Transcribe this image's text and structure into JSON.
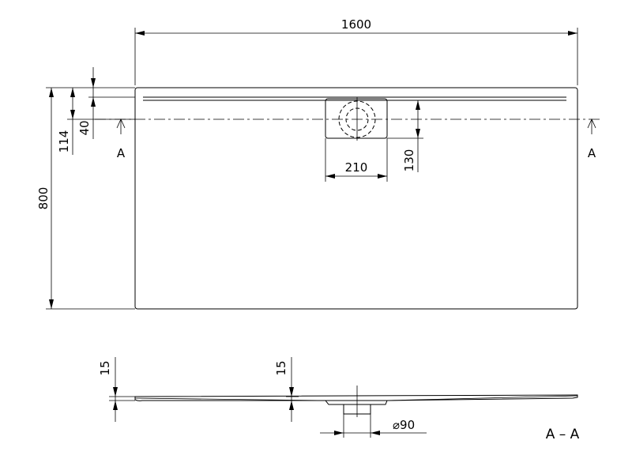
{
  "plan_view": {
    "dim_length": "1600",
    "dim_width": "800",
    "dim_114": "114",
    "dim_40": "40",
    "dim_drain_width": "210",
    "dim_drain_offset": "130",
    "section_marker_left": "A",
    "section_marker_right": "A"
  },
  "section_view": {
    "dim_edge_height_left": "15",
    "dim_edge_height_center": "15",
    "dim_drain_diameter": "⌀90",
    "section_label": "A – A"
  }
}
